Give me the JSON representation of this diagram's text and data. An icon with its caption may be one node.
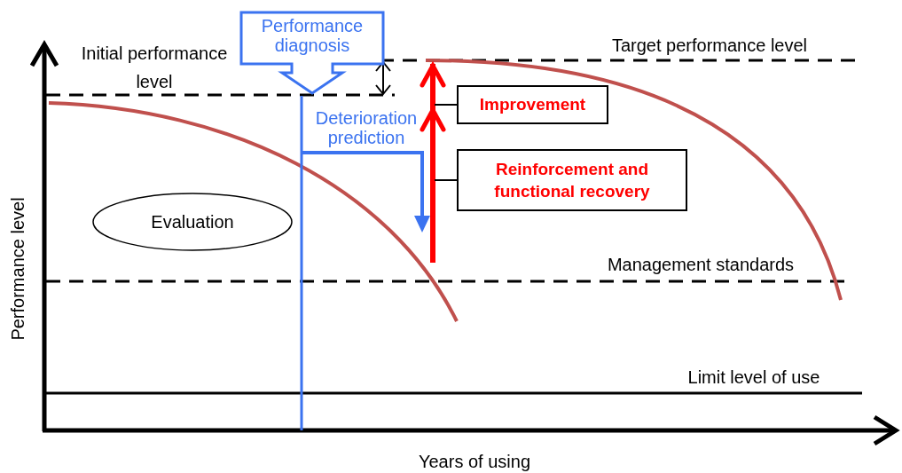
{
  "diagram": {
    "nodes": [
      {
        "text": [
          "Performance diagnosis"
        ]
      },
      {
        "text": [
          "Evaluation"
        ]
      },
      {
        "text": [
          "Improvement"
        ]
      },
      {
        "text": [
          "Reinforcement and functional recovery"
        ]
      }
    ],
    "edges": [
      {
        "from": 2,
        "to": null,
        "arrow": "none"
      },
      {
        "from": 3,
        "to": null,
        "arrow": "none"
      }
    ],
    "labels": [
      "Initial performance level",
      "Target performance level",
      "Deterioration prediction",
      "Management standards",
      "Limit level of use",
      "Performance level",
      "Years of using"
    ]
  }
}
